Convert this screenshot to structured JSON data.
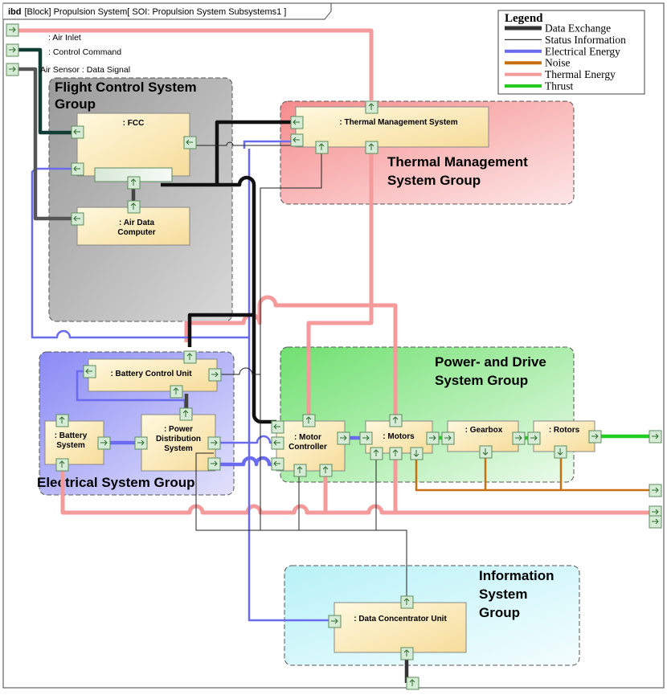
{
  "frame": {
    "kind": "ibd",
    "title": "[Block] Propulsion System[ SOI: Propulsion System Subsystems1 ]"
  },
  "legend": {
    "title": "Legend",
    "items": [
      {
        "label": "Data Exchange",
        "color": "#333333"
      },
      {
        "label": "Status Information",
        "color": "#333333"
      },
      {
        "label": "Electrical Energy",
        "color": "#6b6bf0"
      },
      {
        "label": "Noise",
        "color": "#c87010"
      },
      {
        "label": "Thermal Energy",
        "color": "#f59a9a"
      },
      {
        "label": "Thrust",
        "color": "#22cc22"
      }
    ]
  },
  "external_ports": {
    "air_inlet": ": Air Inlet",
    "control_command": ": Control Command",
    "air_sensor": "Air Sensor : Data Signal"
  },
  "groups": {
    "flight_control": {
      "line1": "Flight Control System",
      "line2": "Group"
    },
    "thermal": {
      "line1": "Thermal Management",
      "line2": "System Group"
    },
    "power_drive": {
      "line1": "Power- and Drive",
      "line2": "System Group"
    },
    "electrical": {
      "line1": "Electrical System Group"
    },
    "information": {
      "line1": "Information",
      "line2": "System",
      "line3": "Group"
    }
  },
  "blocks": {
    "fcc": ": FCC",
    "air_data_1": ": Air Data",
    "air_data_2": "Computer",
    "tms": ": Thermal Management System",
    "bcu": ": Battery Control Unit",
    "battery_1": ": Battery",
    "battery_2": "System",
    "pds_1": ": Power",
    "pds_2": "Distribution",
    "pds_3": "System",
    "motor_ctrl_1": ": Motor",
    "motor_ctrl_2": "Controller",
    "motors": ": Motors",
    "gearbox": ": Gearbox",
    "rotors": ": Rotors",
    "dcu": ": Data Concentrator Unit"
  }
}
